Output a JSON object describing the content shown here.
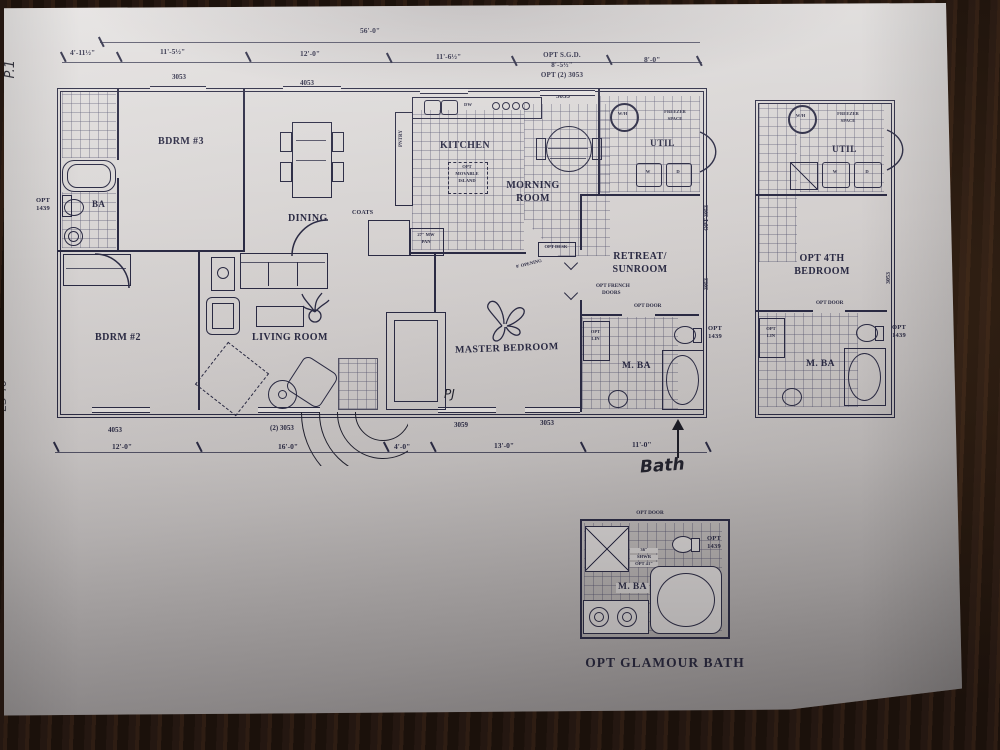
{
  "colors": {
    "ink": "#2b2b44",
    "paper": "#d6d2d1",
    "wood": "#2a1a10"
  },
  "annotations": {
    "page": "P.1",
    "side_note": "ES 46",
    "bath": "Bath",
    "pj": "PJ"
  },
  "dimensions": {
    "overall": "56'-0\"",
    "top": [
      "4'-11½\"",
      "11'-5½\"",
      "12'-0\"",
      "11'-6½\"",
      "8'-0\""
    ],
    "sgd": [
      "OPT S.G.D.",
      "8'-5½\"",
      "OPT (2) 3053"
    ],
    "bottom": [
      "12'-0\"",
      "16'-0\"",
      "4'-0\"",
      "13'-0\"",
      "11'-0\""
    ]
  },
  "windows": {
    "top": [
      "3053",
      "4053",
      "3039",
      "3053"
    ],
    "bottom": [
      "4053",
      "(2) 3053",
      "3059",
      "3053"
    ],
    "right_upper": "OPT 3053",
    "right_lower": "3053",
    "alt_right": "3053"
  },
  "rooms": {
    "bdrm3": "BDRM #3",
    "ba": "BA",
    "dining": "DINING",
    "kitchen": "KITCHEN",
    "morning1": "MORNING",
    "morning2": "ROOM",
    "util": "UTIL",
    "retreat1": "RETREAT/",
    "retreat2": "SUNROOM",
    "bdrm2": "BDRM #2",
    "living": "LIVING ROOM",
    "master": "MASTER BEDROOM",
    "mba": "M. BA",
    "opt4th1": "OPT 4TH",
    "opt4th2": "BEDROOM"
  },
  "small": {
    "opt": "OPT",
    "n1439": "1439",
    "freezer1": "FREEZER",
    "freezer2": "SPACE",
    "wh": "W/H",
    "w": "W",
    "d": "D",
    "dw": "DW",
    "island1": "OPT",
    "island2": "MOVABLE",
    "island3": "ISLAND",
    "mw1": "27\" MW",
    "mw2": "PAN",
    "pantry": "PNTRY",
    "coats": "COATS",
    "desk": "OPT DESK",
    "opening": "9' OPENING",
    "french1": "OPT FRENCH",
    "french2": "DOORS",
    "door": "OPT DOOR",
    "lin1": "OPT",
    "lin2": "LIN",
    "shwr1": "36\"",
    "shwr2": "SHWR",
    "shwr3": "OPT 41\""
  },
  "inset": {
    "caption": "OPT GLAMOUR BATH"
  }
}
